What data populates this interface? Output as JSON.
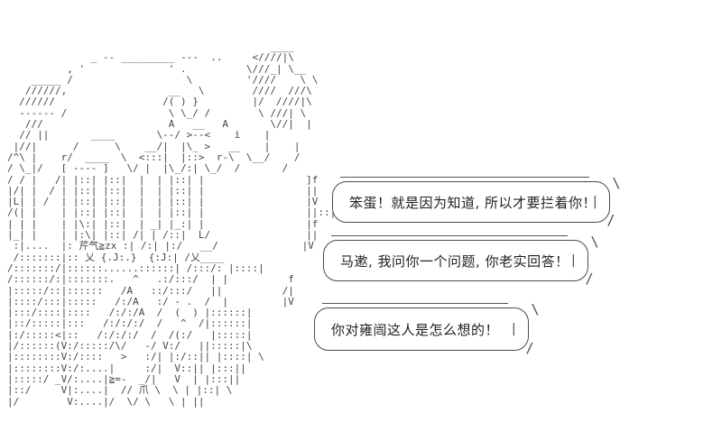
{
  "art": {
    "text": "                                            ____\n              _ -- _________ ---  ..     <////|\\\n          , '              ' .          \\///_| \\__\n    _____ /                   \\         '////    \\ \\\n   //////,                 __   \\        ////  ///\\\n  //////                  /( ) }         |/  ////|\\\n  ------ /                 \\ \\_/ /        \\ ///| \\\n   ///                     A   __   A       \\//|  |\n  // ||       ____       \\--/ >--<    i    |\n |//|      /      \\    __/|  |\\_ >   __    |    |\n/^\\ |    r/  ____  \\  <:::|  |::>  r-\\  \\__/    /\n/ \\_|/   [ ---- ]   \\/ |  |\\_/:| \\_/  /       /\n/ / |   /| |::| |::|  |  | |::| |                 ]f\n|/| |  / | |::| |::|  |  | |::| |                 ||\n|L| | /  | |::| |::|  |  | |::| |                 |V\n/(| |    | |::| |::|  |  | |::| |                 ||::|\n| | |    | |\\:| |::|  | _| |_:| |                 |f\n|_| |    | |:\\| |::| /| | /::|  L/                ||\n :|....  |: 芹气≧zx :| /:| |:/   __/              |V\n /:::::::|:: 乂 {.J:.}  {:J:| /乂____\n/:::::::/|::::::......::::::| /:::/: |::::|\n/::::::/:|:::::::.   ^   .:/:::/  | |          f\n|:::::/::|::::::   /A   ::/:::/   ||          /|\n|::::/:::|:::::   /:/A   :/ - .  /  |         |V\n|:::/::::|::::   /:/:/A  /  (  ) |::::::|\n|::/:::::|:::   /:/:/:/  /   ^  /|::::::|\n|:/:::::<|::   /:/:/:/  /  /(:/   |:::::|\n|/::::::(V:/:::::/\\/   -/ V:/   ||:::::|\\\n|::::::::V:/::::   >   :/| |:/::|| |::::| \\\n|::::::::V:/:....|     :/|  V::|| |:::||\n|:::::/ _V/:....|≧=-  _/|   V  | |:::||\n|::/     V|:....|  // 爪 \\  \\ | |::| \\\n|/        V:....|/  \\/ \\   \\ | ||"
  },
  "bubbles": [
    {
      "text": "笨蛋！就是因为知道, 所以才要拦着你！",
      "corner_tr": "\\",
      "inner_bar": "|",
      "corner_br": "/"
    },
    {
      "text": "马遬, 我问你一个问题, 你老实回答！",
      "corner_tr": "\\",
      "inner_bar": "|",
      "corner_br": "/"
    },
    {
      "text": "你对雍闿这人是怎么想的！",
      "corner_tr": "\\",
      "inner_bar": "|",
      "corner_br": "/"
    }
  ],
  "colors": {
    "background": "#ffffff",
    "ink": "#454545",
    "bubble_border": "#4a4a4a",
    "bubble_text": "#1f1f1f"
  }
}
